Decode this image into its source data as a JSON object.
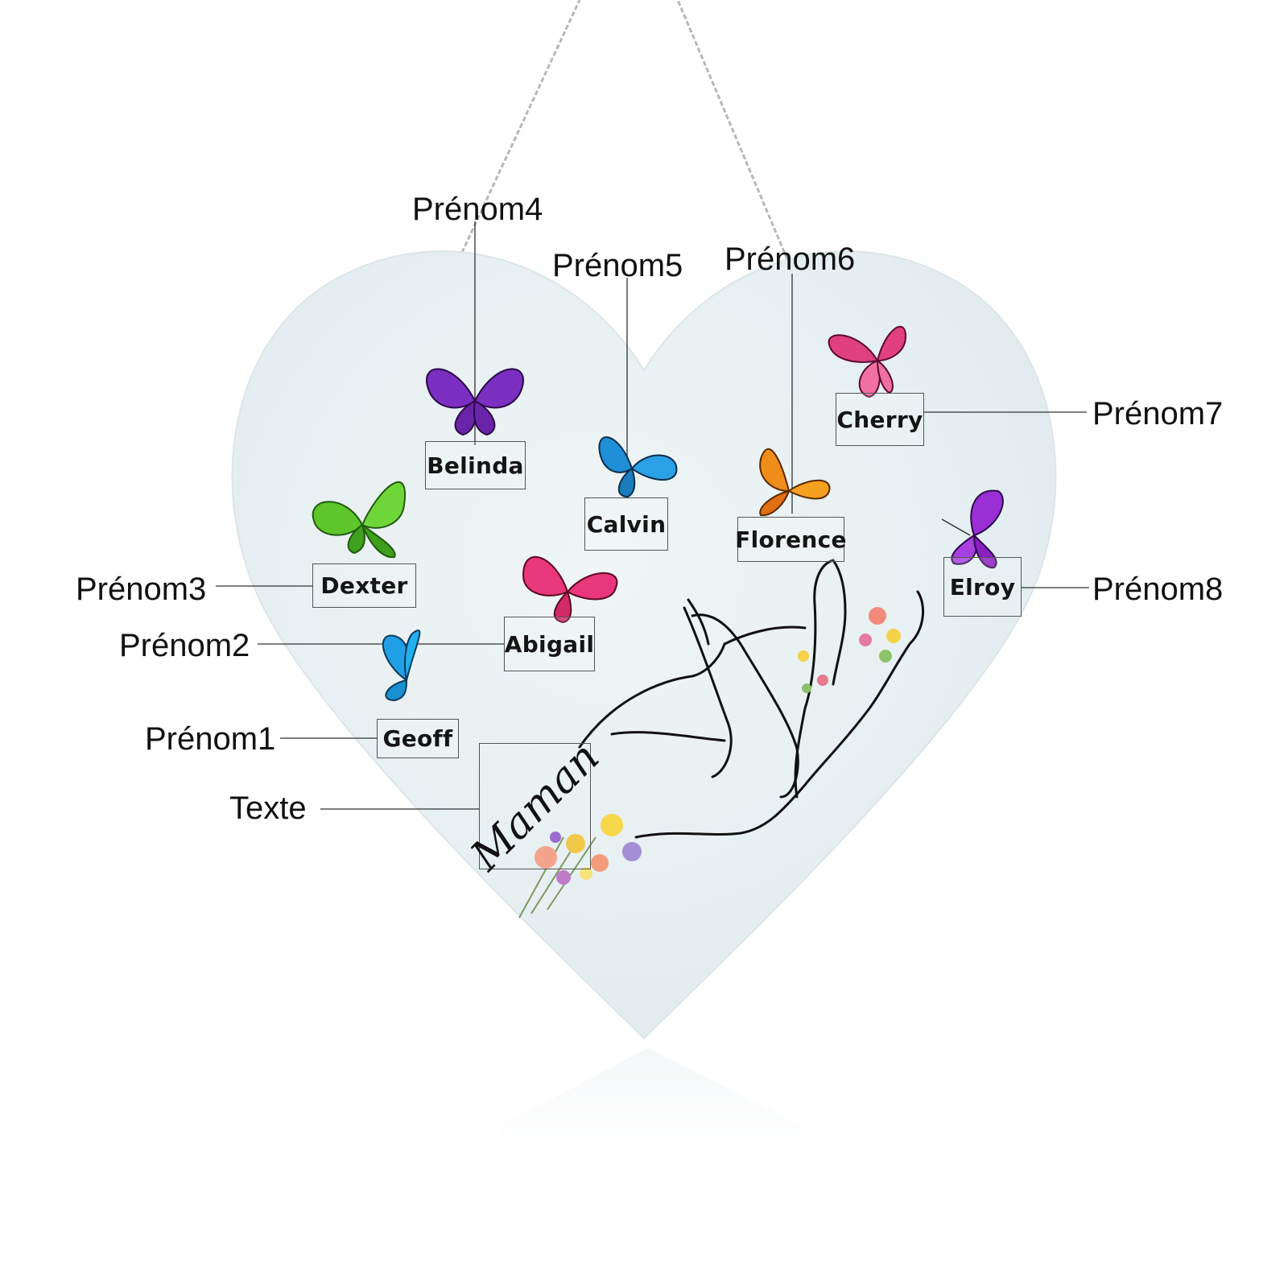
{
  "callouts": {
    "p1": "Prénom1",
    "p2": "Prénom2",
    "p3": "Prénom3",
    "p4": "Prénom4",
    "p5": "Prénom5",
    "p6": "Prénom6",
    "p7": "Prénom7",
    "p8": "Prénom8",
    "text": "Texte"
  },
  "names": {
    "geoff": "Geoff",
    "abigail": "Abigail",
    "dexter": "Dexter",
    "belinda": "Belinda",
    "calvin": "Calvin",
    "florence": "Florence",
    "cherry": "Cherry",
    "elroy": "Elroy"
  },
  "main_text": "Maman",
  "colors": {
    "heart_fill": "#e8f0f2",
    "chain": "#b5b8bc",
    "butterfly_green": "#5cc62a",
    "butterfly_purple": "#7b2fc0",
    "butterfly_blue": "#1f8fd8",
    "butterfly_pink": "#e8377a",
    "butterfly_magenta": "#e0407e",
    "butterfly_orange": "#f08c1a",
    "butterfly_violet": "#9a2fd6"
  }
}
